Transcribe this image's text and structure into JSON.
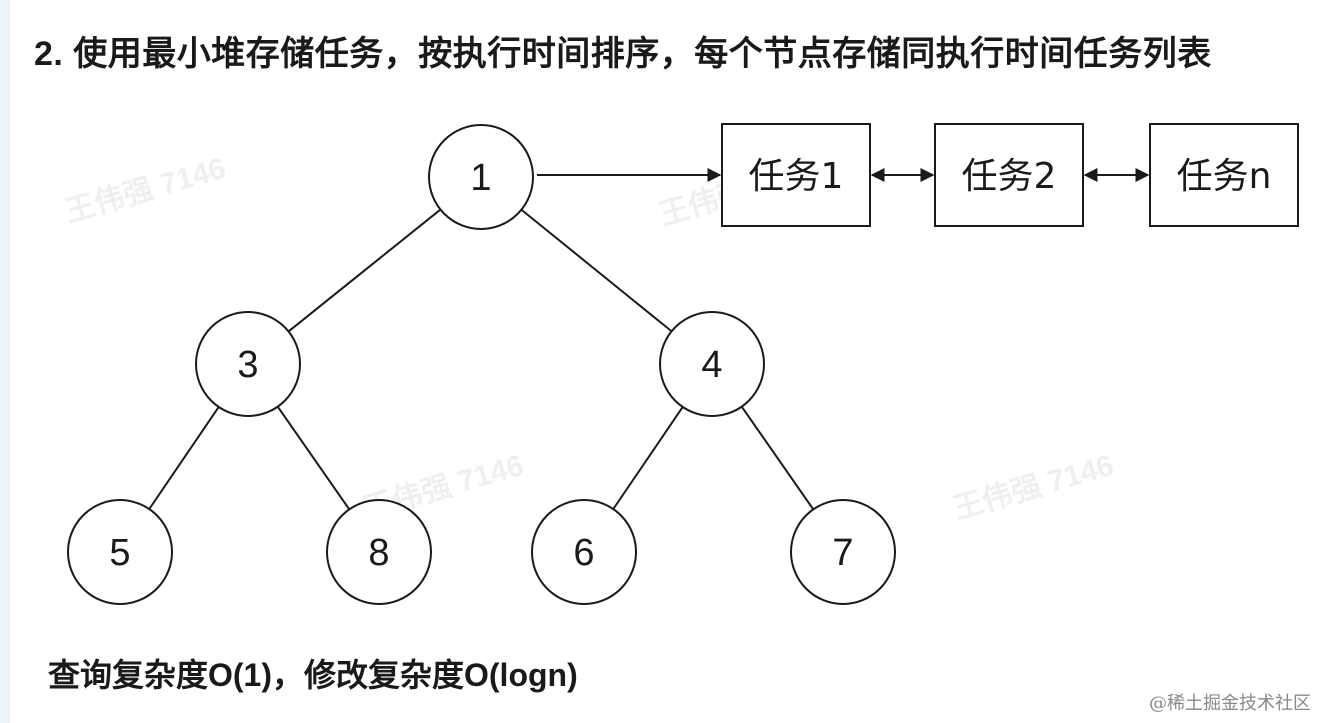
{
  "heading": "2. 使用最小堆存储任务，按执行时间排序，每个节点存储同执行时间任务列表",
  "tree": {
    "nodes": [
      {
        "id": "n1",
        "label": "1"
      },
      {
        "id": "n3",
        "label": "3"
      },
      {
        "id": "n4",
        "label": "4"
      },
      {
        "id": "n5",
        "label": "5"
      },
      {
        "id": "n8",
        "label": "8"
      },
      {
        "id": "n6",
        "label": "6"
      },
      {
        "id": "n7",
        "label": "7"
      }
    ],
    "edges": [
      [
        "n1",
        "n3"
      ],
      [
        "n1",
        "n4"
      ],
      [
        "n3",
        "n5"
      ],
      [
        "n3",
        "n8"
      ],
      [
        "n4",
        "n6"
      ],
      [
        "n4",
        "n7"
      ]
    ]
  },
  "task_list": [
    {
      "id": "t1",
      "label": "任务1"
    },
    {
      "id": "t2",
      "label": "任务2"
    },
    {
      "id": "tn",
      "label": "任务n"
    }
  ],
  "footer": "查询复杂度O(1)，修改复杂度O(logn)",
  "watermarks": [
    "王伟强 7146",
    "王伟强 7146",
    "王伟强 7146",
    "王伟强 7146"
  ],
  "credit": "@稀土掘金技术社区",
  "colors": {
    "stroke": "#1a1a1a",
    "node_fill": "#ffffff",
    "text": "#1a1a1a"
  }
}
